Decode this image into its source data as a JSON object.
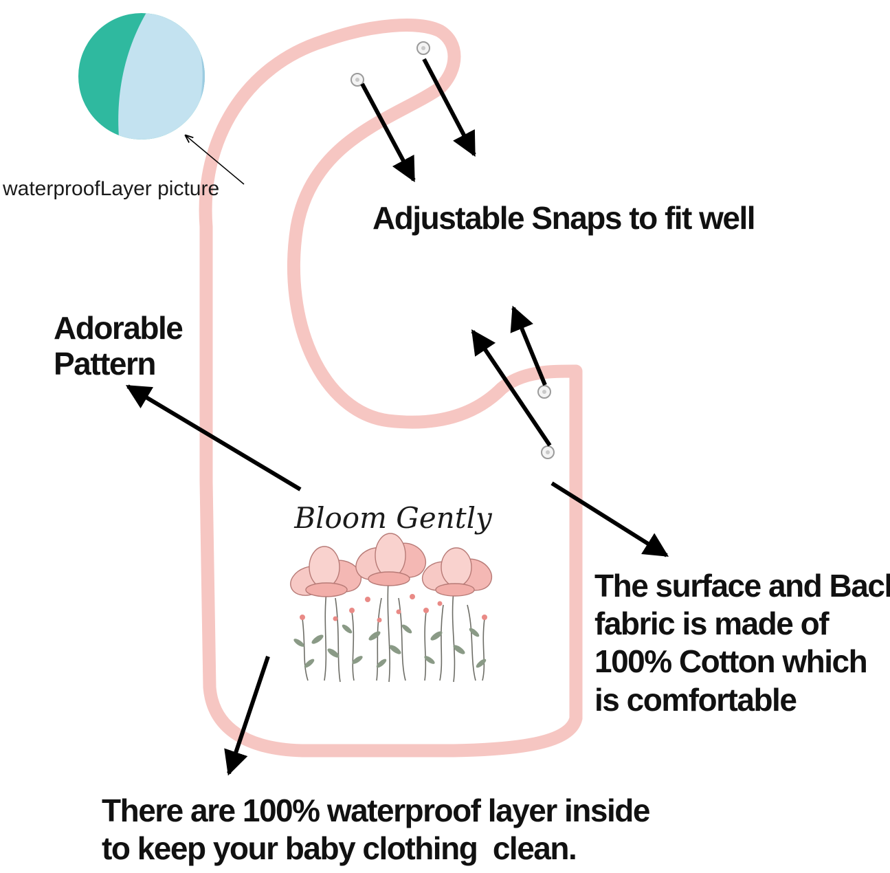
{
  "callouts": {
    "waterproof_picture": "waterproofLayer picture",
    "snaps": "Adjustable Snaps to fit well",
    "pattern": [
      "Adorable",
      "Pattern"
    ],
    "fabric": [
      "The surface and Back",
      "fabric is made of",
      "100% Cotton which",
      "is comfortable"
    ],
    "inside": [
      "There are 100% waterproof layer inside",
      "to keep your baby clothing  clean."
    ]
  },
  "print": {
    "slogan": "Bloom Gently"
  },
  "colors": {
    "bib_trim": "#f6c6c2",
    "swatch_teal": "#2fb99f",
    "swatch_lightblue": "#c3e2f0",
    "petal": "#f4b8b4",
    "leaf": "#8a9a86",
    "arrow": "#000000"
  }
}
